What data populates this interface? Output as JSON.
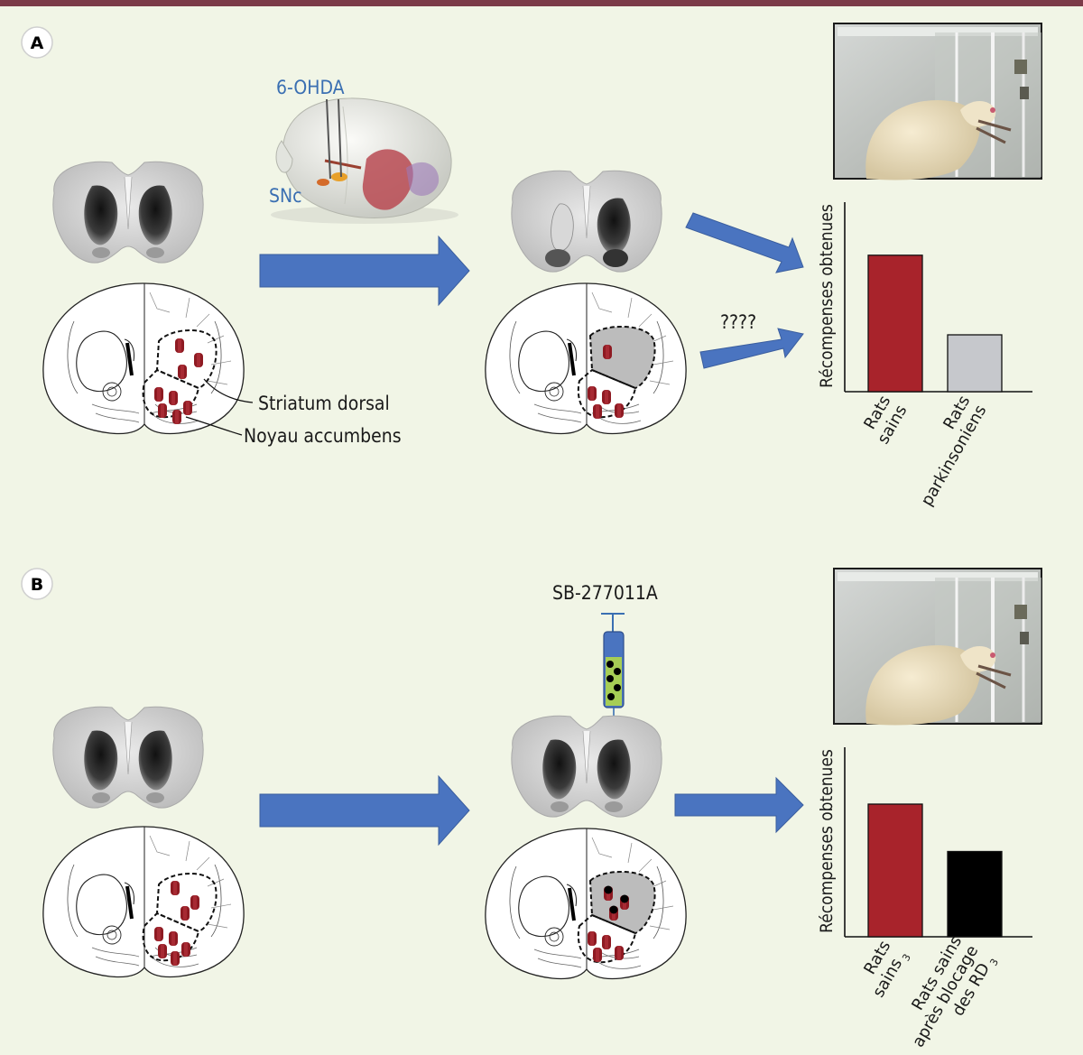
{
  "panelA": {
    "letter": "A",
    "drug_label": "6-OHDA",
    "region_label": "SNc",
    "question": "????",
    "annotation_1": "Striatum dorsal",
    "annotation_2": "Noyau accumbens",
    "chart_data": {
      "type": "bar",
      "ylabel": "Récompenses obtenues",
      "categories": [
        [
          "Rats",
          "sains"
        ],
        [
          "Rats",
          "parkinsoniens"
        ]
      ],
      "values": [
        0.72,
        0.3
      ],
      "colors": [
        "#a8232b",
        "#c6c8cc"
      ],
      "ylim": [
        0,
        1
      ]
    }
  },
  "panelB": {
    "letter": "B",
    "drug_label": "SB-277011A",
    "chart_data": {
      "type": "bar",
      "ylabel": "Récompenses obtenues",
      "categories": [
        [
          "Rats",
          "sains"
        ],
        [
          "Rats sains",
          "après blocage",
          "des RD"
        ]
      ],
      "subscript": "3",
      "values": [
        0.7,
        0.45
      ],
      "colors": [
        "#a8232b",
        "#000000"
      ],
      "ylim": [
        0,
        1
      ]
    }
  },
  "colors": {
    "arrow": "#4a74c0",
    "receptor": "#8e1a22",
    "lesion": "#bcbcbc",
    "background": "#f1f5e6"
  }
}
